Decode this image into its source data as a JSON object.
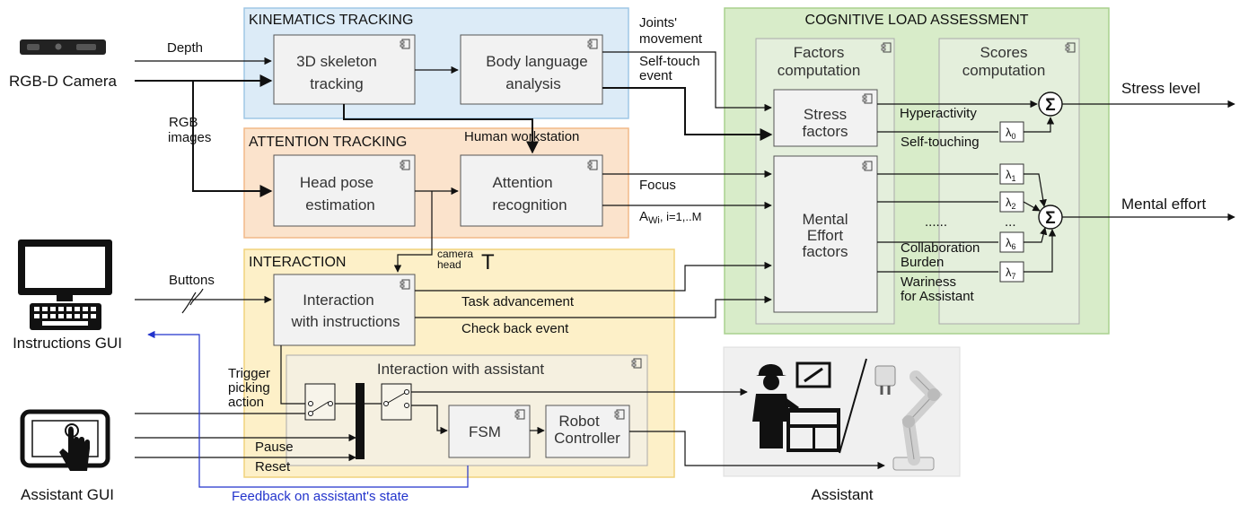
{
  "regions": {
    "kinematics": "KINEMATICS TRACKING",
    "attention": "ATTENTION TRACKING",
    "interaction": "INTERACTION",
    "cognitive": "COGNITIVE LOAD ASSESSMENT"
  },
  "subregions": {
    "assistant_interaction": "Interaction with assistant",
    "factors_1": "Factors",
    "factors_2": "computation",
    "scores_1": "Scores",
    "scores_2": "computation"
  },
  "boxes": {
    "skeleton_1": "3D skeleton",
    "skeleton_2": "tracking",
    "body_1": "Body language",
    "body_2": "analysis",
    "headpose_1": "Head pose",
    "headpose_2": "estimation",
    "attention_1": "Attention",
    "attention_2": "recognition",
    "instructions_1": "Interaction",
    "instructions_2": "with instructions",
    "fsm": "FSM",
    "robot_1": "Robot",
    "robot_2": "Controller",
    "stress_1": "Stress",
    "stress_2": "factors",
    "mental_1": "Mental",
    "mental_2": "Effort",
    "mental_3": "factors"
  },
  "devices": {
    "camera": "RGB-D Camera",
    "instructions_gui": "Instructions GUI",
    "assistant_gui": "Assistant GUI",
    "assistant": "Assistant"
  },
  "labels": {
    "depth": "Depth",
    "rgb_1": "RGB",
    "rgb_2": "images",
    "joints_1": "Joints'",
    "joints_2": "movement",
    "selftouch_1": "Self-touch",
    "selftouch_2": "event",
    "workstation": "Human workstation",
    "focus": "Focus",
    "awi_main": "A",
    "awi_sub": "Wi",
    "awi_rest": ", i=1,..M",
    "camera_sup": "camera",
    "head_sub": "head",
    "t_symbol": "T",
    "buttons": "Buttons",
    "task": "Task advancement",
    "checkback": "Check back event",
    "trigger_1": "Trigger",
    "trigger_2": "picking",
    "trigger_3": "action",
    "pause": "Pause",
    "reset": "Reset",
    "feedback": "Feedback on assistant's state",
    "hyperactivity": "Hyperactivity",
    "selftouching": "Self-touching",
    "dots_1": "......",
    "dots_2": "...",
    "collab_1": "Collaboration",
    "collab_2": "Burden",
    "wariness_1": "Wariness",
    "wariness_2": "for Assistant",
    "stress_level": "Stress level",
    "mental_effort": "Mental effort",
    "sigma": "Σ"
  },
  "weights": {
    "l0": "λ",
    "l0_sub": "0",
    "l1": "λ",
    "l1_sub": "1",
    "l2": "λ",
    "l2_sub": "2",
    "l6": "λ",
    "l6_sub": "6",
    "l7": "λ",
    "l7_sub": "7"
  },
  "icons": {
    "camera": "rgbd-camera-icon",
    "computer": "computer-monitor-keyboard-icon",
    "tablet": "touch-tablet-icon",
    "worker": "worker-icon",
    "robot": "robot-arm-icon",
    "component": "uml-component-icon"
  },
  "colors": {
    "kinematics_bg": "#dcebf7",
    "kinematics_border": "#9fc7e6",
    "attention_bg": "#fbe3cc",
    "attention_border": "#f2b988",
    "interaction_bg": "#fdf0c8",
    "interaction_border": "#f1d27c",
    "cognitive_bg": "#d8ecc9",
    "cognitive_border": "#a9d18e",
    "box_bg": "#f2f2f2",
    "feedback": "#2233cc"
  }
}
